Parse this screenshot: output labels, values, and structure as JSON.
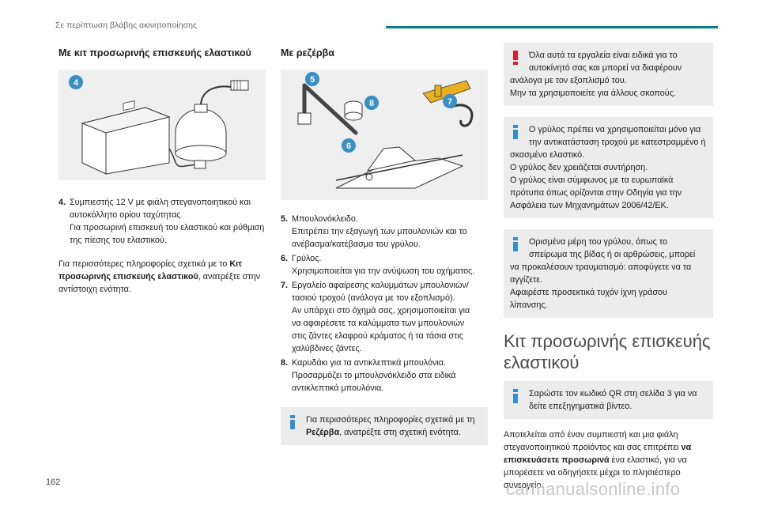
{
  "header": {
    "title": "Σε περίπτωση βλάβης ακινητοποίησης"
  },
  "page_number": "162",
  "watermark": "carmanualsonline.info",
  "col1": {
    "title": "Με κιτ προσωρινής επισκευής ελαστικού",
    "badge": "4",
    "items": [
      {
        "n": "4.",
        "lines": [
          "Συμπιεστής 12 V με φιάλη στεγανοποιητικού και",
          "αυτοκόλλητο ορίου ταχύτητας",
          "Για προσωρινή επισκευή του ελαστικού και ρύθμιση",
          "της πίεσης του ελαστικού."
        ]
      }
    ],
    "para_lines": [
      "Για περισσότερες πληροφορίες σχετικά με το",
      "προσωρινής επισκευής ελαστικού",
      ", ανατρέξτε στην",
      "αντίστοιχη ενότητα."
    ],
    "para_bold1": "Κιτ",
    "para_pre1": "Για περισσότερες πληροφορίες σχετικά με το "
  },
  "col2": {
    "title": "Με ρεζέρβα",
    "badges": [
      "5",
      "6",
      "7",
      "8"
    ],
    "items": [
      {
        "n": "5.",
        "lines": [
          "Μπουλονόκλειδο.",
          "Επιτρέπει την εξαγωγή των μπουλονιών και το",
          "ανέβασμα/κατέβασμα του γρύλου."
        ]
      },
      {
        "n": "6.",
        "lines": [
          "Γρύλος.",
          "Χρησιμοποιείται για την ανύψωση του οχήματος."
        ]
      },
      {
        "n": "7.",
        "lines": [
          "Εργαλείο αφαίρεσης καλυμμάτων μπουλονιών/",
          "τασιού τροχού (ανάλογα με τον εξοπλισμό).",
          "Αν υπάρχει στο όχημά σας, χρησιμοποιείται για",
          "να αφαιρέσετε τα καλύμματα των μπουλονιών",
          "στις ζάντες ελαφρού κράματος ή τα τάσια στις",
          "χαλύβδινες ζάντες."
        ]
      },
      {
        "n": "8.",
        "lines": [
          "Καρυδάκι για τα αντικλεπτικά μπουλόνια.",
          "Προσαρμόζει το μπουλονόκλειδο στα ειδικά",
          "αντικλεπτικά μπουλόνια."
        ]
      }
    ],
    "note_line1": "Για περισσότερες πληροφορίες σχετικά με τη",
    "note_bold": "Ρεζέρβα",
    "note_line2": ", ανατρέξτε στη σχετική ενότητα."
  },
  "col3": {
    "note1_lines": [
      "Όλα αυτά τα εργαλεία είναι ειδικά για το",
      "αυτοκίνητό σας και μπορεί να διαφέρουν",
      "ανάλογα με τον εξοπλισμό του.",
      "Μην τα χρησιμοποιείτε για άλλους σκοπούς."
    ],
    "note2_lines": [
      "Ο γρύλος πρέπει να χρησιμοποιείται μόνο για",
      "την αντικατάσταση τροχού με κατεστραμμένο ή",
      "σκασμένο ελαστικό.",
      "Ο γρύλος δεν χρειάζεται συντήρηση.",
      "Ο γρύλος είναι σύμφωνος με τα ευρωπαϊκά",
      "πρότυπα όπως ορίζονται στην Οδηγία για την",
      "Ασφάλεια των Μηχανημάτων 2006/42/ΕΚ."
    ],
    "note3_lines": [
      "Ορισμένα μέρη του γρύλου, όπως το",
      "σπείρωμα της βίδας ή οι αρθρώσεις, μπορεί",
      "να προκαλέσουν τραυματισμό: αποφύγετε να τα",
      "αγγίζετε.",
      "Αφαιρέστε προσεκτικά τυχόν ίχνη γράσου λίπανσης."
    ],
    "big_title_lines": [
      "Κιτ προσωρινής επισκευής",
      "ελαστικού"
    ],
    "note4_lines": [
      "Σαρώστε τον κωδικό QR στη σελίδα 3 για να",
      "δείτε επεξηγηματικά βίντεο."
    ],
    "para_lines": [
      "Αποτελείται από έναν συμπιεστή και μια φιάλη",
      "στεγανοποιητικού προϊόντος και σας επιτρέπει",
      "επισκευάσετε προσωρινά",
      " ένα ελαστικό, για να",
      "μπορέσετε να οδηγήσετε μέχρι το πλησιέστερο",
      "συνεργείο."
    ],
    "para_bold_va": "να"
  },
  "colors": {
    "accent": "#14788c",
    "badge": "#3a8fc4",
    "warning": "#d6202a",
    "info": "#2f8fd0",
    "note_bg": "#ececec"
  }
}
